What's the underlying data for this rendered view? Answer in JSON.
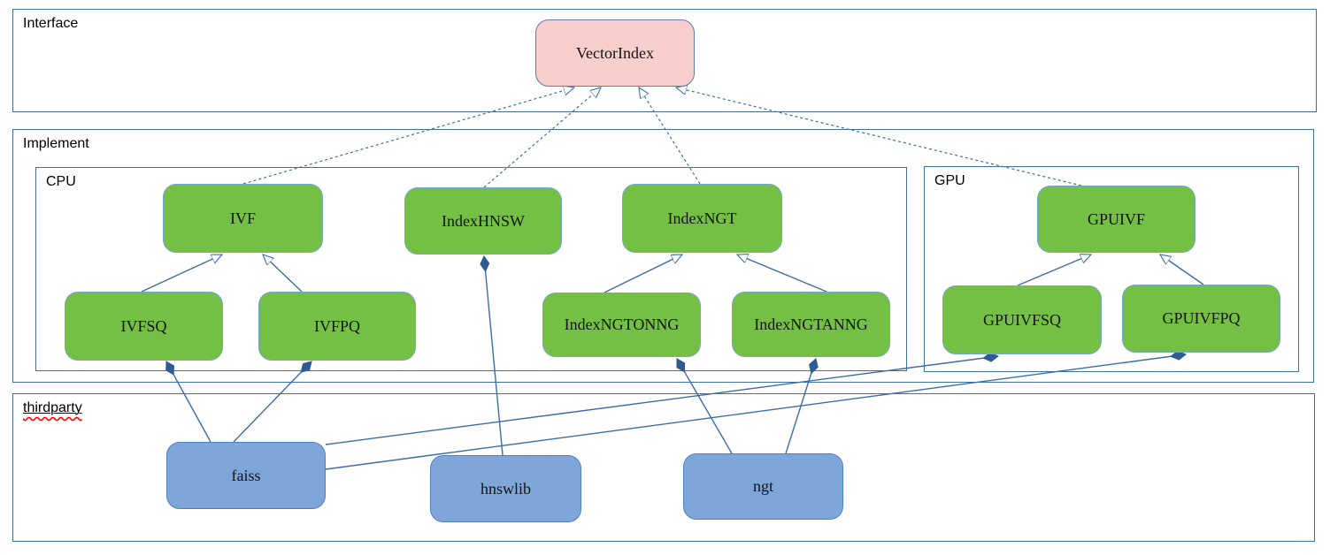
{
  "diagram": {
    "containers": {
      "interface": {
        "label": "Interface"
      },
      "implement": {
        "label": "Implement"
      },
      "cpu": {
        "label": "CPU"
      },
      "gpu": {
        "label": "GPU"
      },
      "thirdparty": {
        "label": "thirdparty"
      }
    },
    "nodes": {
      "vectorindex": {
        "label": "VectorIndex",
        "group": "interface"
      },
      "ivf": {
        "label": "IVF",
        "group": "cpu"
      },
      "indexhnsw": {
        "label": "IndexHNSW",
        "group": "cpu"
      },
      "indexngt": {
        "label": "IndexNGT",
        "group": "cpu"
      },
      "ivfsq": {
        "label": "IVFSQ",
        "group": "cpu"
      },
      "ivfpq": {
        "label": "IVFPQ",
        "group": "cpu"
      },
      "indexngtonng": {
        "label": "IndexNGTONNG",
        "group": "cpu"
      },
      "indexngtanng": {
        "label": "IndexNGTANNG",
        "group": "cpu"
      },
      "gpuivf": {
        "label": "GPUIVF",
        "group": "gpu"
      },
      "gpuivfsq": {
        "label": "GPUIVFSQ",
        "group": "gpu"
      },
      "gpuivfpq": {
        "label": "GPUIVFPQ",
        "group": "gpu"
      },
      "faiss": {
        "label": "faiss",
        "group": "thirdparty"
      },
      "hnswlib": {
        "label": "hnswlib",
        "group": "thirdparty"
      },
      "ngt": {
        "label": "ngt",
        "group": "thirdparty"
      }
    },
    "relations": [
      {
        "from": "IVF",
        "to": "VectorIndex",
        "kind": "realization"
      },
      {
        "from": "IndexHNSW",
        "to": "VectorIndex",
        "kind": "realization"
      },
      {
        "from": "IndexNGT",
        "to": "VectorIndex",
        "kind": "realization"
      },
      {
        "from": "GPUIVF",
        "to": "VectorIndex",
        "kind": "realization"
      },
      {
        "from": "IVFSQ",
        "to": "IVF",
        "kind": "generalization"
      },
      {
        "from": "IVFPQ",
        "to": "IVF",
        "kind": "generalization"
      },
      {
        "from": "IndexNGTONNG",
        "to": "IndexNGT",
        "kind": "generalization"
      },
      {
        "from": "IndexNGTANNG",
        "to": "IndexNGT",
        "kind": "generalization"
      },
      {
        "from": "GPUIVFSQ",
        "to": "GPUIVF",
        "kind": "generalization"
      },
      {
        "from": "GPUIVFPQ",
        "to": "GPUIVF",
        "kind": "generalization"
      },
      {
        "from": "faiss",
        "to": "IVFSQ",
        "kind": "composition"
      },
      {
        "from": "faiss",
        "to": "IVFPQ",
        "kind": "composition"
      },
      {
        "from": "faiss",
        "to": "GPUIVFSQ",
        "kind": "composition"
      },
      {
        "from": "faiss",
        "to": "GPUIVFPQ",
        "kind": "composition"
      },
      {
        "from": "hnswlib",
        "to": "IndexHNSW",
        "kind": "composition"
      },
      {
        "from": "ngt",
        "to": "IndexNGTONNG",
        "kind": "composition"
      },
      {
        "from": "ngt",
        "to": "IndexNGTANNG",
        "kind": "composition"
      }
    ],
    "colors": {
      "interface_fill": "#f8cecc",
      "interface_border": "#6179b5",
      "class_fill": "#74c044",
      "class_border": "#74a6c8",
      "lib_fill": "#7ea6d9",
      "lib_border": "#4f81bd",
      "frame_border": "#41709f",
      "connector": "#3c6ca8",
      "diamond": "#2f5b94",
      "spellcheck": "#ff0000"
    }
  }
}
